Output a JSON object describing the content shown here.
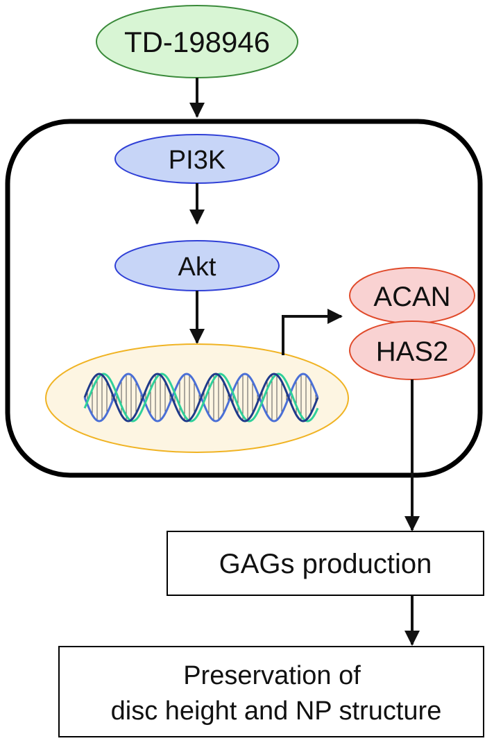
{
  "nodes": {
    "drug": "TD-198946",
    "pi3k": "PI3K",
    "akt": "Akt",
    "acan": "ACAN",
    "has2": "HAS2",
    "gags": "GAGs production",
    "preservation_line1": "Preservation of",
    "preservation_line2": "disc height and NP structure"
  },
  "colors": {
    "drug_fill": "#d8f5d4",
    "drug_stroke": "#3a8a3a",
    "kinase_fill": "#c7d5f7",
    "kinase_stroke": "#2f3fd6",
    "gene_fill": "#f9d2d2",
    "gene_stroke": "#e04a2a",
    "nucleus_fill": "#fdf5e2",
    "nucleus_stroke": "#f0b323",
    "cell_stroke": "#000000"
  },
  "icons": {
    "dna": "dna-double-helix-icon"
  }
}
